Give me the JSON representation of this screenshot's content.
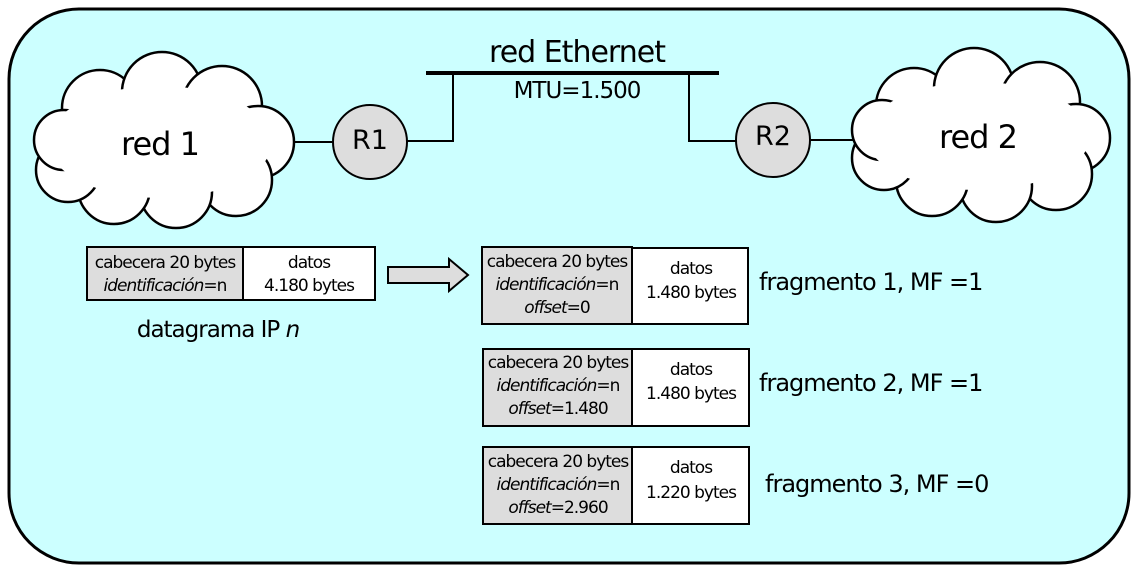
{
  "colors": {
    "background": "#ccffff",
    "router_fill": "#dddddd",
    "header_fill": "#dddddd",
    "stroke": "#000000",
    "cloud_fill": "#ffffff"
  },
  "network": {
    "label": "red Ethernet",
    "mtu": "MTU=1.500"
  },
  "clouds": {
    "left": "red 1",
    "right": "red 2"
  },
  "routers": {
    "r1": "R1",
    "r2": "R2"
  },
  "datagram": {
    "header_line1": "cabecera 20 bytes",
    "header_line2_prefix": "identificación",
    "header_line2_suffix": "=n",
    "data_line1": "datos",
    "data_line2": "4.180 bytes",
    "caption_prefix": "datagrama IP ",
    "caption_var": "n"
  },
  "fragments": [
    {
      "header_line1": "cabecera 20 bytes",
      "id_prefix": "identificación",
      "id_suffix": "=n",
      "offset_label": "offset",
      "offset_value": "=0",
      "data_line1": "datos",
      "data_line2": "1.480 bytes",
      "label": "fragmento 1, MF =1"
    },
    {
      "header_line1": "cabecera 20 bytes",
      "id_prefix": "identificación",
      "id_suffix": "=n",
      "offset_label": "offset",
      "offset_value": "=1.480",
      "data_line1": "datos",
      "data_line2": "1.480 bytes",
      "label": "fragmento 2, MF =1"
    },
    {
      "header_line1": "cabecera 20 bytes",
      "id_prefix": "identificación",
      "id_suffix": "=n",
      "offset_label": "offset",
      "offset_value": "=2.960",
      "data_line1": "datos",
      "data_line2": "1.220 bytes",
      "label": "fragmento 3, MF =0"
    }
  ]
}
